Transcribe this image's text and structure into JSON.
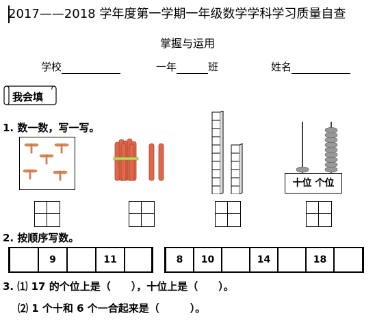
{
  "header": {
    "title": "2017——2018 学年度第一学期一年级数学学科学习质量自查",
    "subtitle": "掌握与运用",
    "school_label": "学校",
    "grade_prefix": "一年",
    "class_label": "班",
    "name_label": "姓名"
  },
  "section": {
    "label": "我会填"
  },
  "q1": {
    "number": "1.",
    "text": "数一数，写一写。",
    "abacus": {
      "tens_label": "十位",
      "ones_label": "个位",
      "tens_beads": 1,
      "ones_beads": 9
    },
    "cubes": {
      "tall_column": 10,
      "short_column": 6
    },
    "bundles": {
      "bundled": 1,
      "loose_sticks": 2
    },
    "dragonflies": 5
  },
  "q2": {
    "number": "2.",
    "text": "按顺序写数。",
    "row1": [
      "",
      "9",
      "",
      "11",
      ""
    ],
    "row2": [
      "8",
      "10",
      "",
      "14",
      "",
      "18",
      ""
    ]
  },
  "q3": {
    "number": "3.",
    "part1": "⑴ 17 的个位上是（　　），十位上是（　　）。",
    "part2": "⑵ 1 个十和 6 个一合起来是（　　　）。"
  },
  "colors": {
    "dragonfly": "#e08a50",
    "stick": "#e0684a",
    "bead": "#999999"
  }
}
